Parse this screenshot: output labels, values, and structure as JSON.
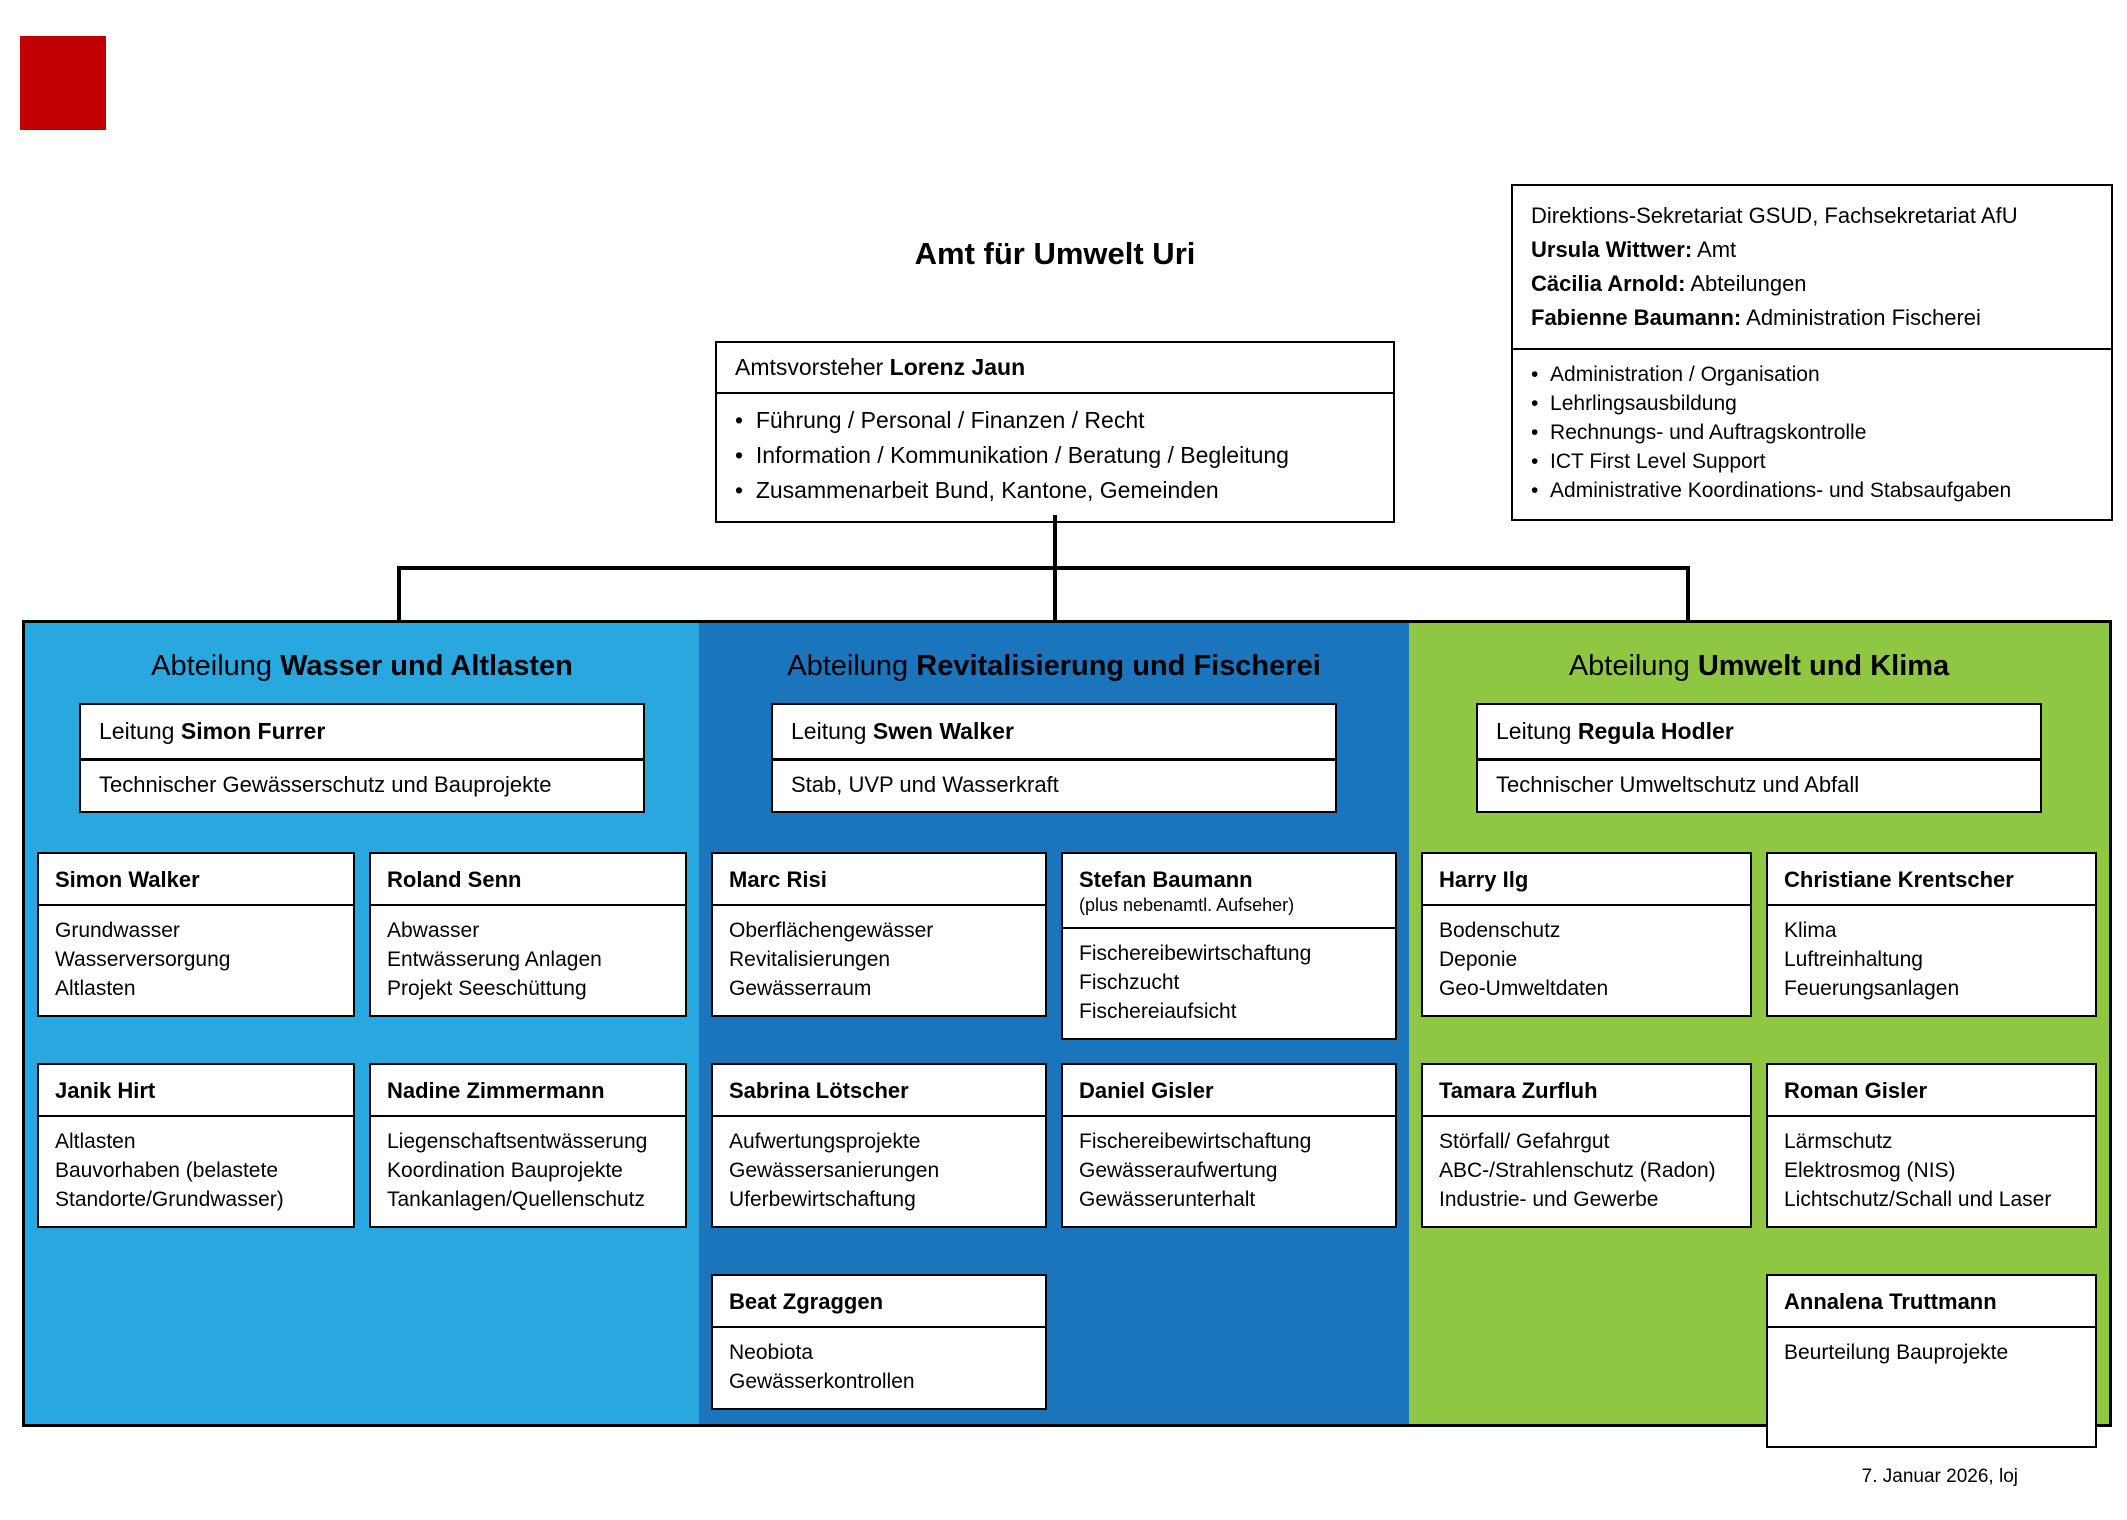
{
  "page": {
    "title": "Amt für Umwelt Uri",
    "footer": "7. Januar 2026, loj",
    "colors": {
      "red_marker": "#C00000",
      "light_blue": "#29A8E0",
      "dark_blue": "#1B75BC",
      "green": "#90C742"
    }
  },
  "head_box": {
    "role_label": "Amtsvorsteher ",
    "name": "Lorenz Jaun",
    "bullets": [
      "Führung / Personal / Finanzen / Recht",
      "Information / Kommunikation / Beratung / Begleitung",
      "Zusammenarbeit Bund, Kantone, Gemeinden"
    ]
  },
  "secretariat_box": {
    "title": "Direktions-Sekretariat GSUD, Fachsekretariat AfU",
    "people": [
      {
        "name": "Ursula Wittwer:",
        "area": " Amt"
      },
      {
        "name": "Cäcilia Arnold:",
        "area": " Abteilungen"
      },
      {
        "name": "Fabienne Baumann:",
        "area": " Administration Fischerei"
      }
    ],
    "bullets": [
      "Administration / Organisation",
      "Lehrlingsausbildung",
      "Rechnungs- und Auftragskontrolle",
      "ICT First Level Support",
      "Administrative Koordinations- und Stabsaufgaben"
    ]
  },
  "departments": [
    {
      "title_prefix": "Abteilung ",
      "title": "Wasser und Altlasten",
      "lead_label": "Leitung ",
      "lead_name": "Simon Furrer",
      "lead_subtitle": "Technischer Gewässerschutz und Bauprojekte",
      "staff": [
        {
          "name": "Simon Walker",
          "tasks": [
            "Grundwasser",
            "Wasserversorgung",
            "Altlasten"
          ]
        },
        {
          "name": "Roland Senn",
          "tasks": [
            "Abwasser",
            "Entwässerung Anlagen",
            "Projekt Seeschüttung"
          ]
        },
        {
          "name": "Janik Hirt",
          "tasks": [
            "Altlasten",
            "Bauvorhaben (belastete Standorte/Grundwasser)"
          ]
        },
        {
          "name": "Nadine Zimmermann",
          "tasks": [
            "Liegenschaftsentwässerung",
            "Koordination Bauprojekte",
            "Tankanlagen/Quellenschutz"
          ]
        }
      ]
    },
    {
      "title_prefix": "Abteilung ",
      "title": "Revitalisierung und Fischerei",
      "lead_label": "Leitung ",
      "lead_name": "Swen Walker",
      "lead_subtitle": "Stab, UVP und Wasserkraft",
      "staff": [
        {
          "name": "Marc Risi",
          "tasks": [
            "Oberflächengewässer",
            "Revitalisierungen",
            "Gewässerraum"
          ]
        },
        {
          "name": "Stefan Baumann",
          "subtitle": "(plus nebenamtl. Aufseher)",
          "tasks": [
            "Fischereibewirtschaftung",
            "Fischzucht",
            "Fischereiaufsicht"
          ]
        },
        {
          "name": "Sabrina Lötscher",
          "tasks": [
            "Aufwertungsprojekte",
            "Gewässersanierungen",
            "Uferbewirtschaftung"
          ]
        },
        {
          "name": "Daniel Gisler",
          "tasks": [
            "Fischereibewirtschaftung",
            "Gewässeraufwertung",
            "Gewässerunterhalt"
          ]
        },
        {
          "name": "Beat Zgraggen",
          "tasks": [
            "Neobiota",
            "Gewässerkontrollen"
          ]
        }
      ]
    },
    {
      "title_prefix": "Abteilung ",
      "title": "Umwelt und Klima",
      "lead_label": "Leitung ",
      "lead_name": "Regula Hodler",
      "lead_subtitle": "Technischer Umweltschutz und Abfall",
      "staff": [
        {
          "name": "Harry Ilg",
          "tasks": [
            "Bodenschutz",
            "Deponie",
            "Geo-Umweltdaten"
          ]
        },
        {
          "name": "Christiane Krentscher",
          "tasks": [
            "Klima",
            "Luftreinhaltung",
            "Feuerungsanlagen"
          ]
        },
        {
          "name": "Tamara Zurfluh",
          "tasks": [
            "Störfall/ Gefahrgut",
            "ABC-/Strahlenschutz (Radon)",
            "Industrie- und Gewerbe"
          ]
        },
        {
          "name": "Roman Gisler",
          "tasks": [
            "Lärmschutz",
            "Elektrosmog (NIS)",
            "Lichtschutz/Schall und Laser"
          ]
        },
        {
          "name": "Annalena Truttmann",
          "tasks": [
            "Beurteilung Bauprojekte"
          ]
        }
      ]
    }
  ]
}
